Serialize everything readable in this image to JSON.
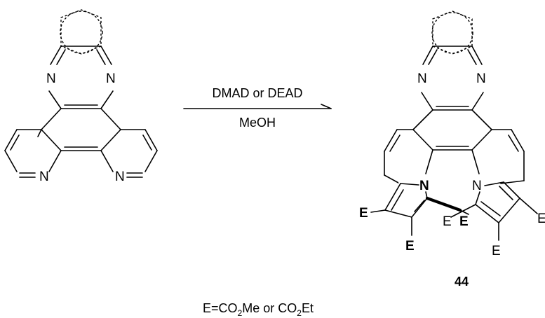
{
  "reaction": {
    "reagents_label": "DMAD or DEAD",
    "solvent_label": "MeOH",
    "compound_number": "44",
    "definition": {
      "prefix": "E=CO",
      "sub1": "2",
      "mid": "Me or CO",
      "sub2": "2",
      "suffix": "Et"
    }
  },
  "reactant": {
    "atoms": {
      "n_pyrazine_left": "N",
      "n_pyrazine_right": "N",
      "n_pyridine_left": "N",
      "n_pyridine_right": "N"
    }
  },
  "product": {
    "atoms": {
      "n_pyrazine_left": "N",
      "n_pyrazine_right": "N",
      "n_pyrrole_left": "N",
      "n_pyrrole_right": "N",
      "e_front_left": "E",
      "e_front_bottom": "E",
      "e_front_right": "E",
      "e_back_left": "E",
      "e_back_bottom": "E",
      "e_back_right": "E"
    }
  }
}
